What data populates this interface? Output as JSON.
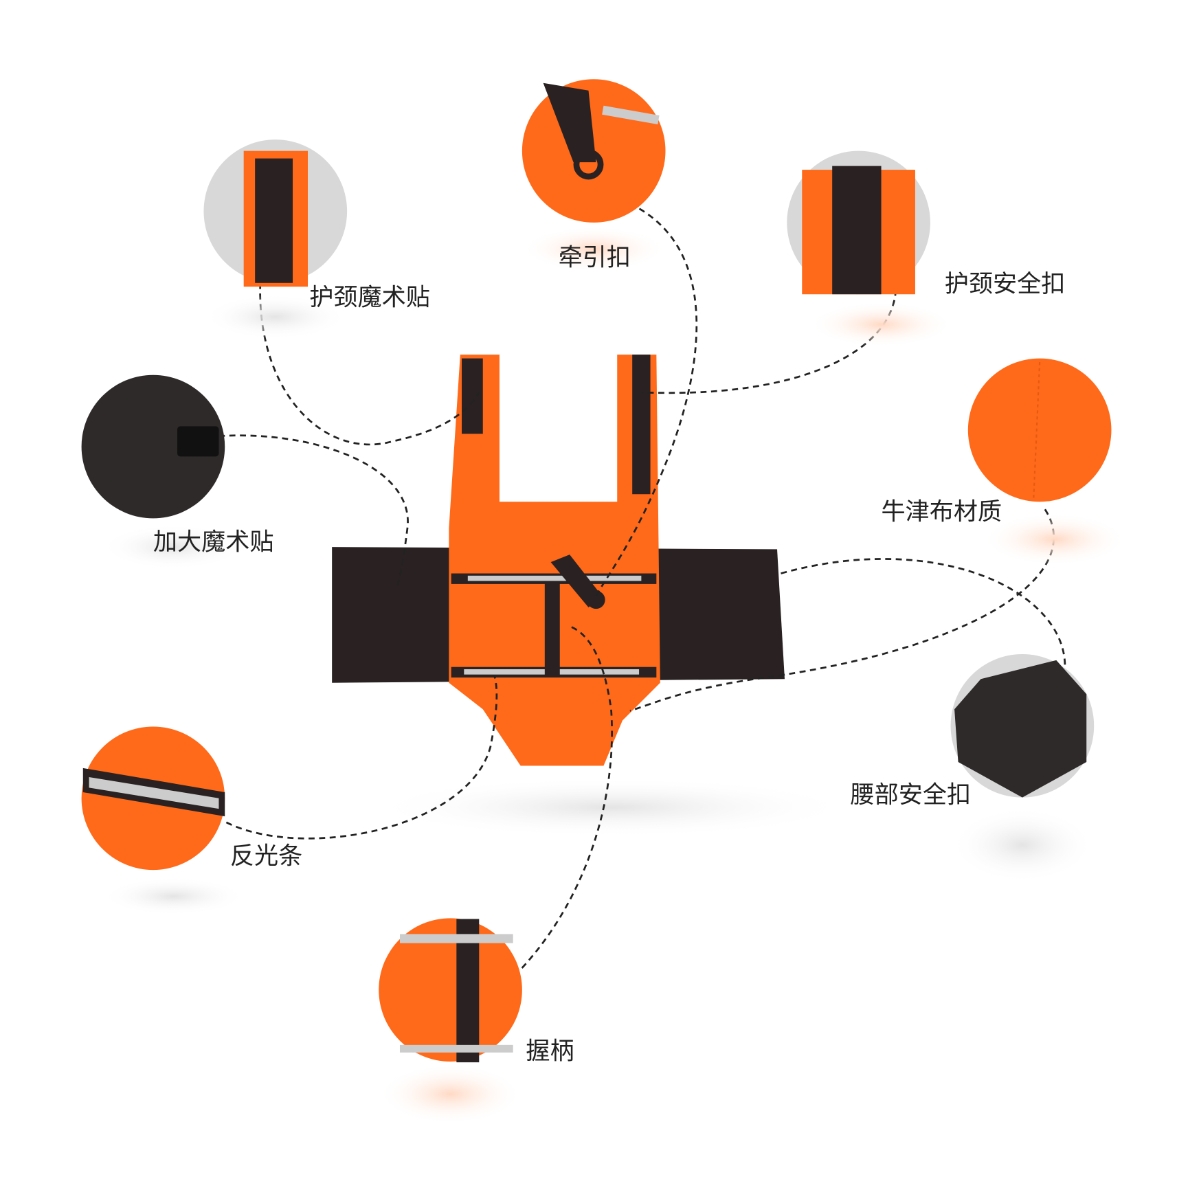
{
  "colors": {
    "orange": "#ff6a1a",
    "dark": "#2a2222",
    "reflective": "#c8c8c8"
  },
  "features": [
    {
      "id": "neck-velcro",
      "label": "护颈魔术贴"
    },
    {
      "id": "leash-ring",
      "label": "牵引扣"
    },
    {
      "id": "neck-buckle",
      "label": "护颈安全扣"
    },
    {
      "id": "large-velcro",
      "label": "加大魔术贴"
    },
    {
      "id": "oxford-fabric",
      "label": "牛津布材质"
    },
    {
      "id": "reflective-strip",
      "label": "反光条"
    },
    {
      "id": "waist-buckle",
      "label": "腰部安全扣"
    },
    {
      "id": "handle",
      "label": "握柄"
    }
  ]
}
